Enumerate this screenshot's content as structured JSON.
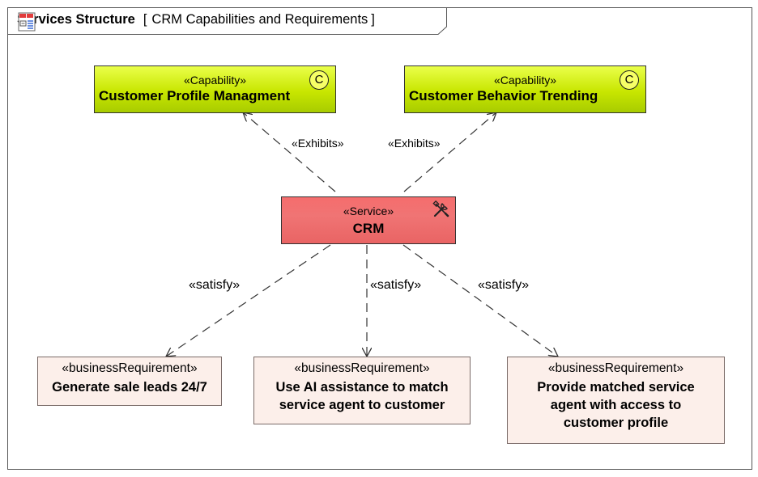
{
  "frame": {
    "title": "Services Structure",
    "diagram_name": "CRM Capabilities and Requirements",
    "open_bracket": "[",
    "close_bracket": "]"
  },
  "capabilities": [
    {
      "stereotype": "«Capability»",
      "name": "Customer Profile Managment",
      "badge": "C"
    },
    {
      "stereotype": "«Capability»",
      "name": "Customer Behavior Trending",
      "badge": "C"
    }
  ],
  "service": {
    "stereotype": "«Service»",
    "name": "CRM"
  },
  "requirements": [
    {
      "stereotype": "«businessRequirement»",
      "name": "Generate sale leads 24/7"
    },
    {
      "stereotype": "«businessRequirement»",
      "name": "Use AI assistance to match service agent to customer"
    },
    {
      "stereotype": "«businessRequirement»",
      "name": "Provide matched service agent with access to customer profile"
    }
  ],
  "relations": {
    "exhibits": [
      "«Exhibits»",
      "«Exhibits»"
    ],
    "satisfy": [
      "«satisfy»",
      "«satisfy»",
      "«satisfy»"
    ]
  }
}
